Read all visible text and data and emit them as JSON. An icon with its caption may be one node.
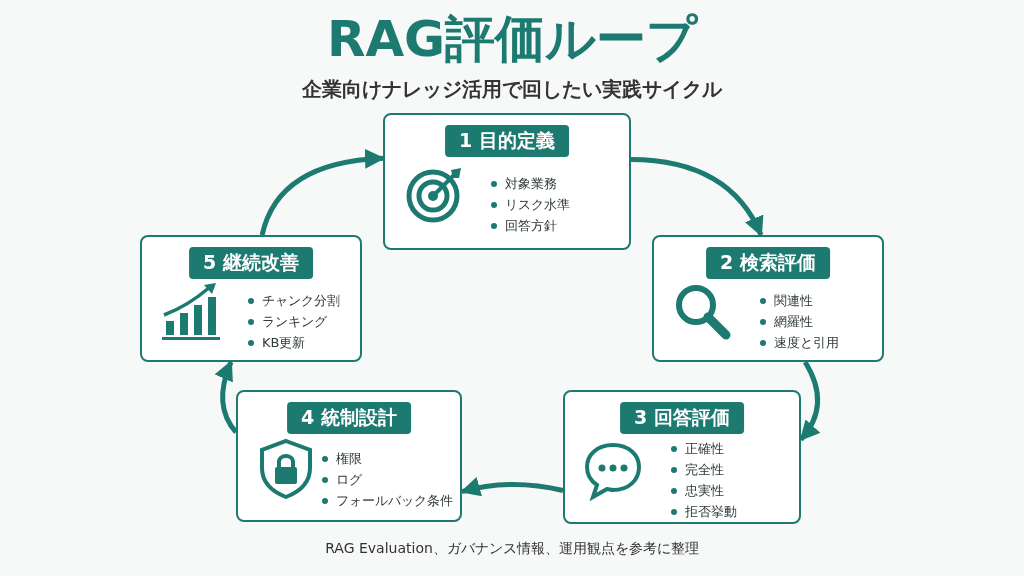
{
  "diagram": {
    "title": "RAG評価ループ",
    "caption": "RAG Evaluation、ガバナンス情報、運用観点を参考に整理",
    "labels": [
      "企業向けナレッジ活用で回したい実践サイクル"
    ],
    "nodes": [
      {
        "text": [
          "1 目的定義",
          "対象業務",
          "リスク水準",
          "回答方針"
        ]
      },
      {
        "text": [
          "2 検索評価",
          "関連性",
          "網羅性",
          "速度と引用"
        ]
      },
      {
        "text": [
          "3 回答評価",
          "正確性",
          "完全性",
          "忠実性",
          "拒否挙動"
        ]
      },
      {
        "text": [
          "4 統制設計",
          "権限",
          "ログ",
          "フォールバック条件"
        ]
      },
      {
        "text": [
          "5 継続改善",
          "チャンク分割",
          "ランキング",
          "KB更新"
        ]
      }
    ],
    "edges": [
      {
        "from": 0,
        "to": 1,
        "arrow": "to"
      },
      {
        "from": 1,
        "to": 2,
        "arrow": "to"
      },
      {
        "from": 2,
        "to": 3,
        "arrow": "to"
      },
      {
        "from": 3,
        "to": 4,
        "arrow": "to"
      },
      {
        "from": 4,
        "to": 0,
        "arrow": "to"
      }
    ]
  }
}
